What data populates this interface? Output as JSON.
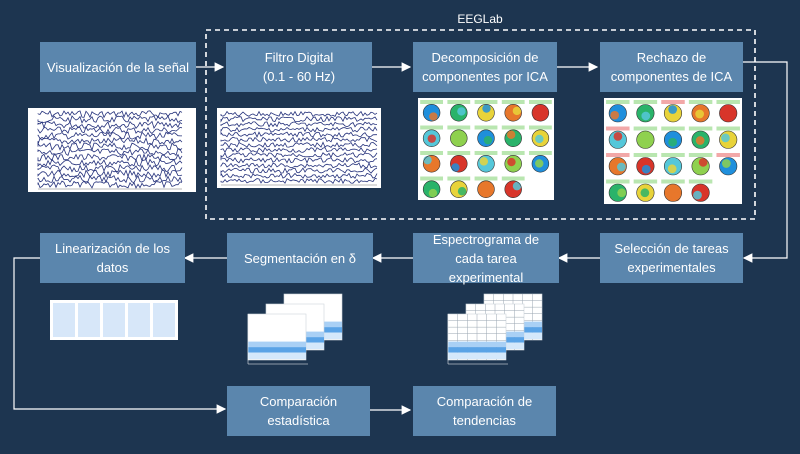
{
  "group_label": "EEGLab",
  "steps": {
    "visualizacion": "Visualización de la señal",
    "filtro_line1": "Filtro Digital",
    "filtro_line2": "(0.1 - 60 Hz)",
    "decomposicion": "Decomposición de componentes por ICA",
    "rechazo": "Rechazo de componentes de ICA",
    "seleccion": "Selección de tareas experimentales",
    "espectrograma": "Espectrograma de cada tarea experimental",
    "segmentacion": "Segmentación en δ",
    "linearizacion": "Linearización de los datos",
    "comparacion_estadistica": "Comparación estadística",
    "comparacion_tendencias": "Comparación de tendencias"
  },
  "colors": {
    "background": "#1d3550",
    "box": "#5b86ad",
    "line": "#ffffff",
    "rejected_component": "#f2a8a8"
  },
  "icons": [
    "eeg-signal-icon",
    "filtered-eeg-icon",
    "ica-topomap-icon",
    "ica-rejection-icon",
    "stacked-spectrogram-icon",
    "3d-grid-spectrogram-icon",
    "linearized-blocks-icon"
  ]
}
